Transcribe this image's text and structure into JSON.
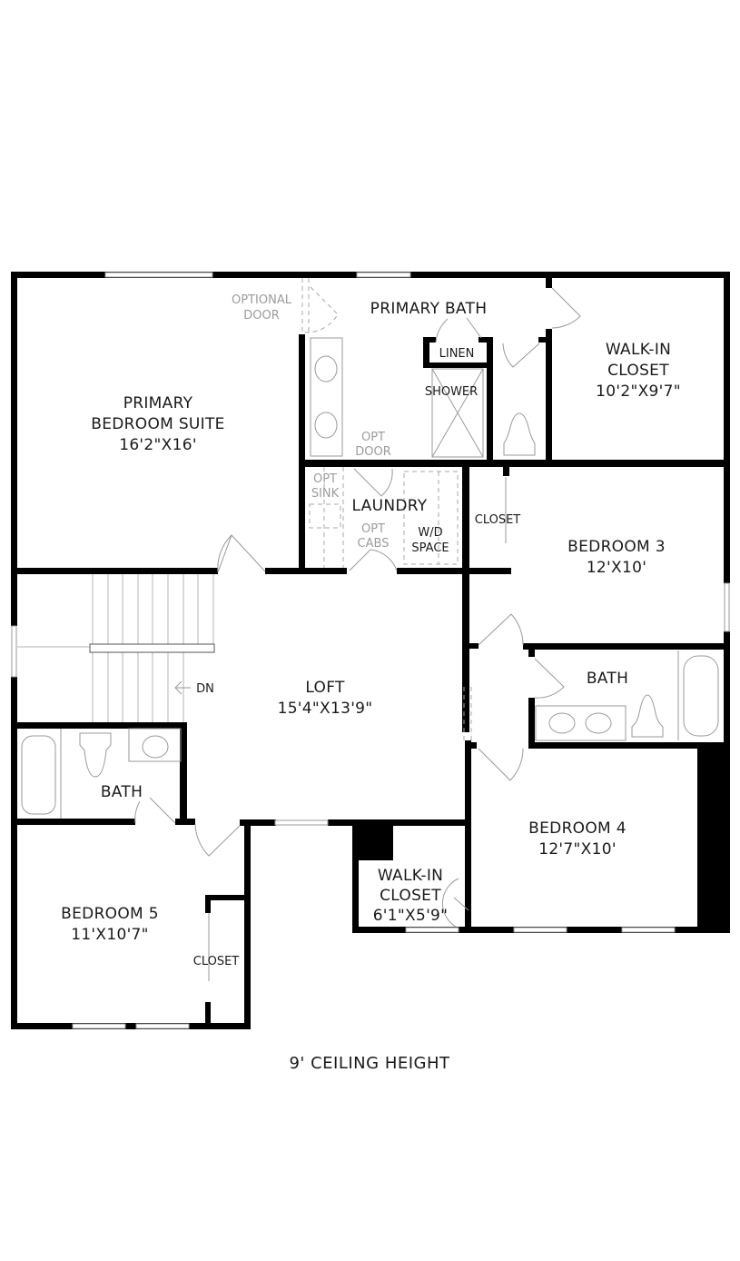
{
  "plan": {
    "rooms": {
      "primary_bedroom": {
        "line1": "PRIMARY",
        "line2": "BEDROOM SUITE",
        "dims": "16'2\"X16'"
      },
      "primary_bath": {
        "name": "PRIMARY BATH"
      },
      "walkin_closet_primary": {
        "line1": "WALK-IN",
        "line2": "CLOSET",
        "dims": "10'2\"X9'7\""
      },
      "linen": {
        "name": "LINEN"
      },
      "shower": {
        "name": "SHOWER"
      },
      "laundry": {
        "name": "LAUNDRY"
      },
      "wd_space": {
        "line1": "W/D",
        "line2": "SPACE"
      },
      "closet_bed3": {
        "name": "CLOSET"
      },
      "bedroom3": {
        "name": "BEDROOM 3",
        "dims": "12'X10'"
      },
      "bath_east": {
        "name": "BATH"
      },
      "loft": {
        "name": "LOFT",
        "dims": "15'4\"X13'9\""
      },
      "bath_west": {
        "name": "BATH"
      },
      "bedroom4": {
        "name": "BEDROOM 4",
        "dims": "12'7\"X10'"
      },
      "walkin_closet_bed4": {
        "line1": "WALK-IN",
        "line2": "CLOSET",
        "dims": "6'1\"X5'9\""
      },
      "bedroom5": {
        "name": "BEDROOM 5",
        "dims": "11'X10'7\""
      },
      "closet_bed5": {
        "name": "CLOSET"
      }
    },
    "options": {
      "optional_door": {
        "line1": "OPTIONAL",
        "line2": "DOOR"
      },
      "opt_door_bath": {
        "line1": "OPT",
        "line2": "DOOR"
      },
      "opt_sink": {
        "line1": "OPT",
        "line2": "SINK"
      },
      "opt_cabs": {
        "line1": "OPT",
        "line2": "CABS"
      }
    },
    "stairs": {
      "direction_label": "DN"
    },
    "caption": "9' CEILING HEIGHT"
  }
}
